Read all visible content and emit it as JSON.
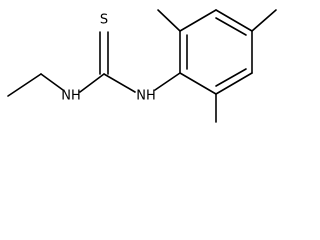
{
  "structure": {
    "atoms": {
      "sulfur": "S",
      "nitrogen_left": "NH",
      "nitrogen_right": "NH"
    }
  },
  "colors": {
    "bond": "#000000",
    "background": "#ffffff"
  }
}
